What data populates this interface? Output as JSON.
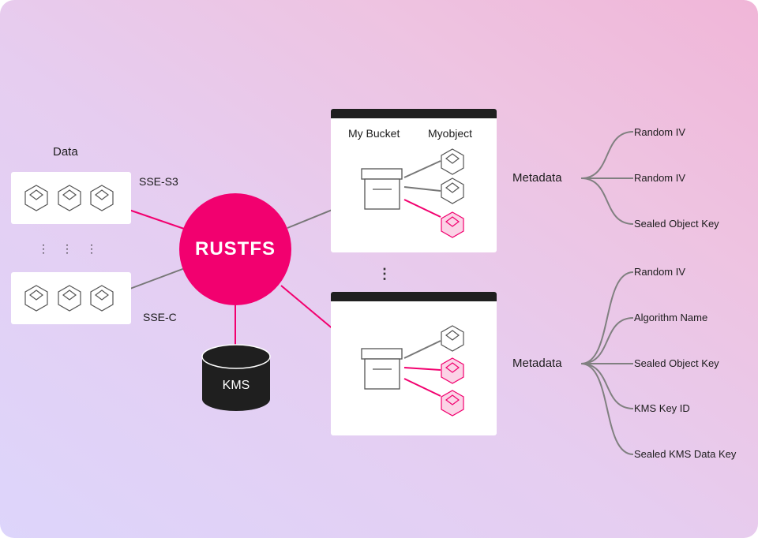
{
  "data_section": {
    "title": "Data",
    "row1_label": "SSE-S3",
    "row2_label": "SSE-C"
  },
  "hub": {
    "label": "RUSTFS",
    "color": "#f2006f"
  },
  "kms": {
    "label": "KMS"
  },
  "bucket_top": {
    "bucket_label": "My Bucket",
    "object_label": "Myobject"
  },
  "separator_dots": "⋮",
  "metadata_top": {
    "title": "Metadata",
    "items": [
      "Random IV",
      "Random IV",
      "Sealed Object Key"
    ]
  },
  "metadata_bottom": {
    "title": "Metadata",
    "items": [
      "Random IV",
      "Algorithm Name",
      "Sealed Object Key",
      "KMS Key ID",
      "Sealed KMS Data Key"
    ]
  },
  "colors": {
    "accent": "#f2006f",
    "connector": "#777777",
    "dark": "#1f1f1f"
  }
}
